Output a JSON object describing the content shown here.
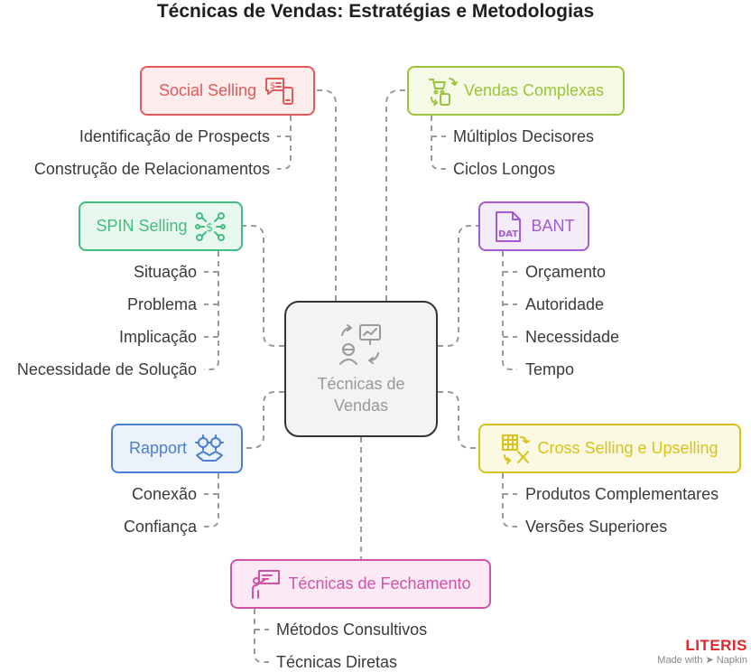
{
  "title": "Técnicas de Vendas: Estratégias e Metodologias",
  "center": {
    "line1": "Técnicas de",
    "line2": "Vendas"
  },
  "branches": {
    "social_selling": {
      "label": "Social Selling",
      "items": [
        "Identificação de Prospects",
        "Construção de Relacionamentos"
      ],
      "color": "#e05a5a",
      "fill": "#fdecec"
    },
    "vendas_complexas": {
      "label": "Vendas Complexas",
      "items": [
        "Múltiplos Decisores",
        "Ciclos Longos"
      ],
      "color": "#9cc43a",
      "fill": "#f5fae6"
    },
    "spin_selling": {
      "label": "SPIN Selling",
      "items": [
        "Situação",
        "Problema",
        "Implicação",
        "Necessidade de Solução"
      ],
      "color": "#3fbf7f",
      "fill": "#e8f8ef"
    },
    "bant": {
      "label": "BANT",
      "items": [
        "Orçamento",
        "Autoridade",
        "Necessidade",
        "Tempo"
      ],
      "color": "#a35bd1",
      "fill": "#f5ecfb"
    },
    "rapport": {
      "label": "Rapport",
      "items": [
        "Conexão",
        "Confiança"
      ],
      "color": "#4a7fd0",
      "fill": "#ebf2fc"
    },
    "cross_selling": {
      "label": "Cross Selling e Upselling",
      "items": [
        "Produtos Complementares",
        "Versões Superiores"
      ],
      "color": "#d9c21a",
      "fill": "#fcf9e3"
    },
    "fechamento": {
      "label": "Técnicas de Fechamento",
      "items": [
        "Métodos Consultivos",
        "Técnicas Diretas"
      ],
      "color": "#d451a8",
      "fill": "#fbeaf6"
    }
  },
  "brand": {
    "name": "LITERIS",
    "tagline": "Made with ➤ Napkin"
  }
}
